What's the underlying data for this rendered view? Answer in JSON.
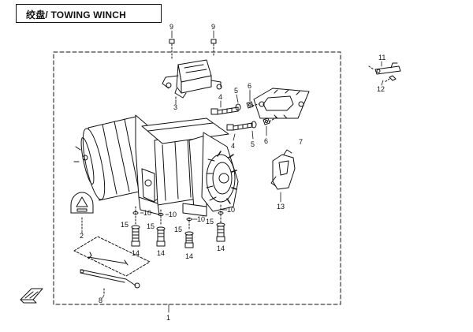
{
  "header": {
    "title": "绞盘/ TOWING WINCH"
  },
  "callouts": [
    {
      "id": "c1",
      "text": "1"
    },
    {
      "id": "c2",
      "text": "2"
    },
    {
      "id": "c3",
      "text": "3"
    },
    {
      "id": "c4a",
      "text": "4"
    },
    {
      "id": "c4b",
      "text": "4"
    },
    {
      "id": "c5a",
      "text": "5"
    },
    {
      "id": "c5b",
      "text": "5"
    },
    {
      "id": "c6a",
      "text": "6"
    },
    {
      "id": "c6b",
      "text": "6"
    },
    {
      "id": "c7",
      "text": "7"
    },
    {
      "id": "c8",
      "text": "8"
    },
    {
      "id": "c9a",
      "text": "9"
    },
    {
      "id": "c9b",
      "text": "9"
    },
    {
      "id": "c10a",
      "text": "10"
    },
    {
      "id": "c10b",
      "text": "10"
    },
    {
      "id": "c10c",
      "text": "10"
    },
    {
      "id": "c10d",
      "text": "10"
    },
    {
      "id": "c11",
      "text": "11"
    },
    {
      "id": "c12",
      "text": "12"
    },
    {
      "id": "c13",
      "text": "13"
    },
    {
      "id": "c14a",
      "text": "14"
    },
    {
      "id": "c14b",
      "text": "14"
    },
    {
      "id": "c14c",
      "text": "14"
    },
    {
      "id": "c14d",
      "text": "14"
    },
    {
      "id": "c15a",
      "text": "15"
    },
    {
      "id": "c15b",
      "text": "15"
    },
    {
      "id": "c15c",
      "text": "15"
    },
    {
      "id": "c15d",
      "text": "15"
    }
  ]
}
